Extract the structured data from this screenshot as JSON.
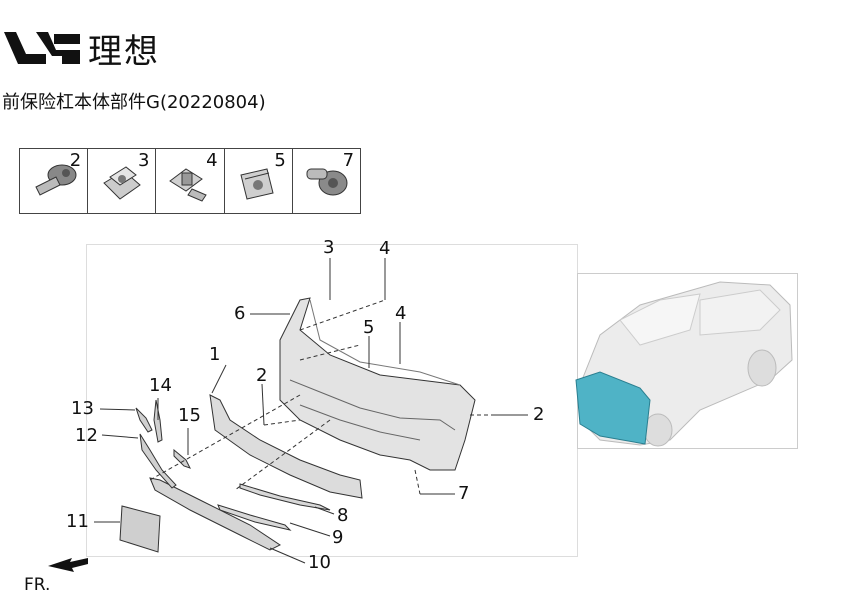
{
  "brand": {
    "name": "理想"
  },
  "document": {
    "title": "前保险杠本体部件G(20220804)"
  },
  "fasteners": [
    {
      "num": "2",
      "icon": "screw-icon"
    },
    {
      "num": "3",
      "icon": "clip-nut-icon"
    },
    {
      "num": "4",
      "icon": "bracket-clip-icon"
    },
    {
      "num": "5",
      "icon": "speed-nut-icon"
    },
    {
      "num": "7",
      "icon": "push-rivet-icon"
    }
  ],
  "callouts": {
    "c1": "1",
    "c2a": "2",
    "c2b": "2",
    "c3": "3",
    "c4a": "4",
    "c4b": "4",
    "c5": "5",
    "c6": "6",
    "c7": "7",
    "c8": "8",
    "c9": "9",
    "c10": "10",
    "c11": "11",
    "c12": "12",
    "c13": "13",
    "c14": "14",
    "c15": "15"
  },
  "direction": {
    "label": "FR."
  },
  "colors": {
    "bumper_highlight": "#4fb3c6",
    "part_fill": "#e6e6e6",
    "line": "#333333"
  }
}
